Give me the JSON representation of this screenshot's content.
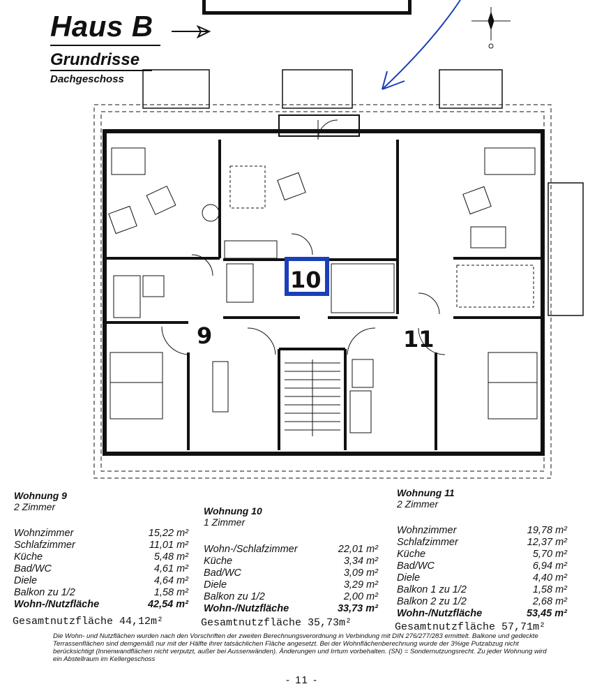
{
  "header": {
    "house_title": "Haus B",
    "plans_title": "Grundrisse",
    "floor_title": "Dachgeschoss"
  },
  "plan": {
    "unit_labels": [
      "9",
      "10",
      "11"
    ]
  },
  "apartments": [
    {
      "title": "Wohnung 9",
      "rooms_count": "2 Zimmer",
      "rooms": [
        {
          "name": "Wohnzimmer",
          "area": "15,22 m²"
        },
        {
          "name": "Schlafzimmer",
          "area": "11,01 m²"
        },
        {
          "name": "Küche",
          "area": "5,48 m²"
        },
        {
          "name": "Bad/WC",
          "area": "4,61 m²"
        },
        {
          "name": "Diele",
          "area": "4,64 m²"
        },
        {
          "name": "Balkon zu 1/2",
          "area": "1,58 m²"
        }
      ],
      "total_label": "Wohn-/Nutzfläche",
      "total_area": "42,54 m²",
      "gesamt": "Gesamtnutzfläche 44,12m²"
    },
    {
      "title": "Wohnung 10",
      "rooms_count": "1 Zimmer",
      "rooms": [
        {
          "name": "Wohn-/Schlafzimmer",
          "area": "22,01 m²"
        },
        {
          "name": "Küche",
          "area": "3,34 m²"
        },
        {
          "name": "Bad/WC",
          "area": "3,09 m²"
        },
        {
          "name": "Diele",
          "area": "3,29 m²"
        },
        {
          "name": "Balkon  zu 1/2",
          "area": "2,00 m²"
        }
      ],
      "total_label": "Wohn-/Nutzfläche",
      "total_area": "33,73 m²",
      "gesamt": "Gesamtnutzfläche 35,73m²"
    },
    {
      "title": "Wohnung 11",
      "rooms_count": "2 Zimmer",
      "rooms": [
        {
          "name": "Wohnzimmer",
          "area": "19,78 m²"
        },
        {
          "name": "Schlafzimmer",
          "area": "12,37 m²"
        },
        {
          "name": "Küche",
          "area": "5,70 m²"
        },
        {
          "name": "Bad/WC",
          "area": "6,94 m²"
        },
        {
          "name": "Diele",
          "area": "4,40 m²"
        },
        {
          "name": "Balkon 1 zu 1/2",
          "area": "1,58 m²"
        },
        {
          "name": "Balkon 2 zu 1/2",
          "area": "2,68 m²"
        }
      ],
      "total_label": "Wohn-/Nutzfläche",
      "total_area": "53,45 m²",
      "gesamt": "Gesamtnutzfläche 57,71m²"
    }
  ],
  "footnote": "Die Wohn- und Nutzflächen wurden nach den Vorschriften der zweiten Berechnungsverordnung in Verbindung mit DIN 276/277/283 ermittelt. Balkone und gedeckte Terrassenflächen sind demgemäß nur mit der Hälfte ihrer tatsächlichen Fläche angesetzt. Bei der Wohnflächenberechnung wurde der 3%ige Putzabzug nicht berücksichtigt (Innenwandflächen nicht verputzt, außer bei Aussenwänden). Änderungen und Irrtum vorbehalten. (SN) = Sondernutzungsrecht. Zu jeder Wohnung wird ein Abstellraum im Kellergeschoss",
  "page_number": "- 11 -",
  "colors": {
    "ink": "#111111",
    "pen_blue": "#1a3fb8"
  }
}
